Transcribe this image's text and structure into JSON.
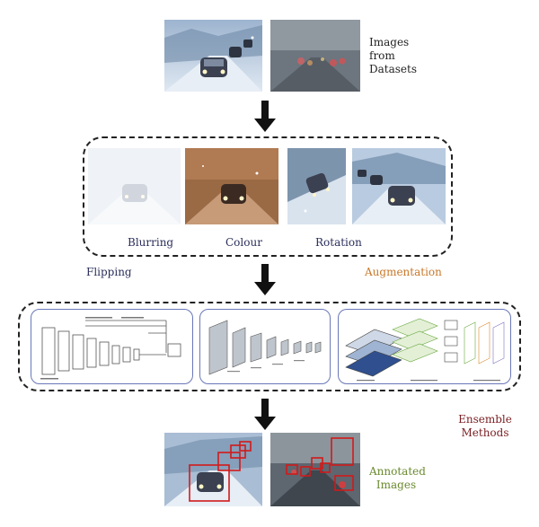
{
  "labels": {
    "datasets": "Images from Datasets",
    "blurring": "Blurring",
    "colour": "Colour",
    "rotation": "Rotation",
    "flipping": "Flipping",
    "augmentation": "Augmentation",
    "ensemble": "Ensemble Methods",
    "annotated": "Annotated Images"
  },
  "colors": {
    "augmentation": "#c8782a",
    "flipping": "#2b2f5c",
    "ensemble": "#7a1f22",
    "annotated": "#6a8a2e",
    "box": "#d11a1a",
    "subpanel_border": "#6a78b8"
  },
  "icons": [
    "down-arrow-icon"
  ]
}
